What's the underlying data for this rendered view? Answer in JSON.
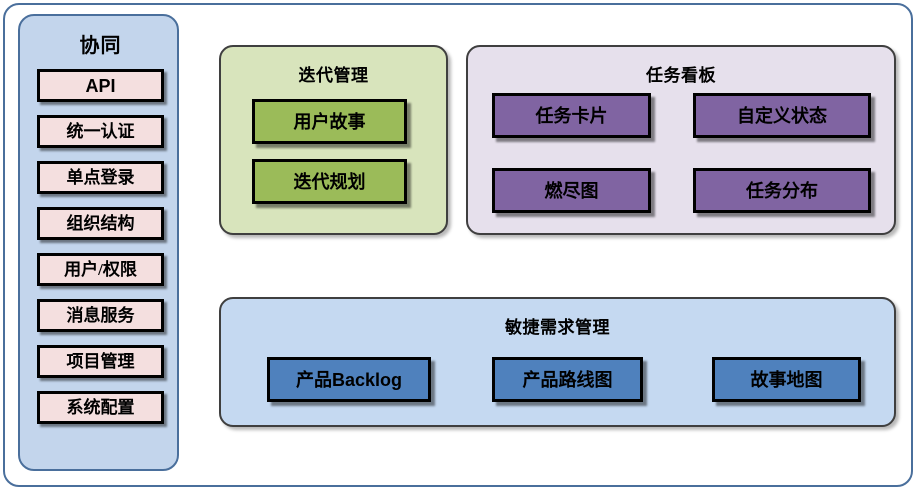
{
  "diagram": {
    "title_hidden": "",
    "sidebar": {
      "title": "协同",
      "items": [
        {
          "label": "API",
          "style": "sans"
        },
        {
          "label": "统一认证",
          "style": "serif"
        },
        {
          "label": "单点登录",
          "style": "serif"
        },
        {
          "label": "组织结构",
          "style": "serif"
        },
        {
          "label": "用户/权限",
          "style": "serif"
        },
        {
          "label": "消息服务",
          "style": "serif"
        },
        {
          "label": "项目管理",
          "style": "serif"
        },
        {
          "label": "系统配置",
          "style": "serif"
        }
      ]
    },
    "panels": {
      "iteration": {
        "title": "迭代管理",
        "items": [
          {
            "label": "用户故事"
          },
          {
            "label": "迭代规划"
          }
        ]
      },
      "taskboard": {
        "title": "任务看板",
        "items": [
          {
            "label": "任务卡片"
          },
          {
            "label": "自定义状态"
          },
          {
            "label": "燃尽图"
          },
          {
            "label": "任务分布"
          }
        ]
      },
      "requirements": {
        "title": "敏捷需求管理",
        "items": [
          {
            "label_cjk": "产品",
            "label_latin": "Backlog",
            "label": "产品Backlog"
          },
          {
            "label": "产品路线图"
          },
          {
            "label": "故事地图"
          }
        ]
      }
    },
    "colors": {
      "frame_border": "#4a6f9c",
      "sidebar_fill": "#c3d5ec",
      "sidebar_item_fill": "#f4dfdf",
      "green_panel_fill": "#d8e4bc",
      "green_item_fill": "#9bbb59",
      "purple_panel_fill": "#e6e0ec",
      "purple_item_fill": "#8064a2",
      "blue_panel_fill": "#c5d9f1",
      "blue_item_fill": "#4f81bd",
      "item_border": "#000000",
      "panel_border": "#3f3f3f"
    }
  }
}
